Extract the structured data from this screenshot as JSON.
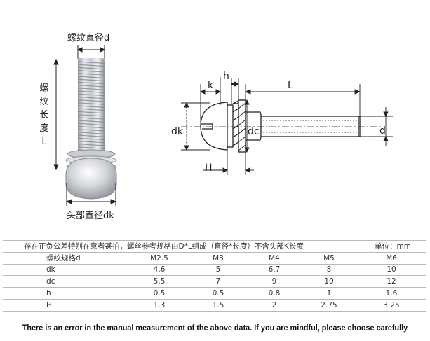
{
  "photo_labels": {
    "thread_diameter": "螺纹直径d",
    "thread_length_chars": [
      "螺",
      "纹",
      "长",
      "度",
      "L"
    ],
    "head_diameter": "头部直径dk"
  },
  "drawing_labels": {
    "h": "h",
    "k": "k",
    "L": "L",
    "dk": "dk",
    "dc": "dc",
    "d": "d",
    "H": "H"
  },
  "table": {
    "note": "存在正负公差特别在意者甚拍，螺丝参考规格由D*L组成（直径*长度）不含头部K长度",
    "unit": "单位：mm",
    "header": [
      "螺纹规格d",
      "M2.5",
      "M3",
      "M4",
      "M5",
      "M6"
    ],
    "rows": [
      [
        "dk",
        "4.6",
        "5",
        "6.7",
        "8",
        "10"
      ],
      [
        "dc",
        "5.5",
        "7",
        "9",
        "10",
        "12"
      ],
      [
        "h",
        "0.5",
        "0.5",
        "0.8",
        "1",
        "1.6"
      ],
      [
        "H",
        "1.3",
        "1.5",
        "2",
        "2.75",
        "3.25"
      ]
    ]
  },
  "footer": "There is an error in the manual measurement of the above data. If you are mindful, please choose carefully"
}
